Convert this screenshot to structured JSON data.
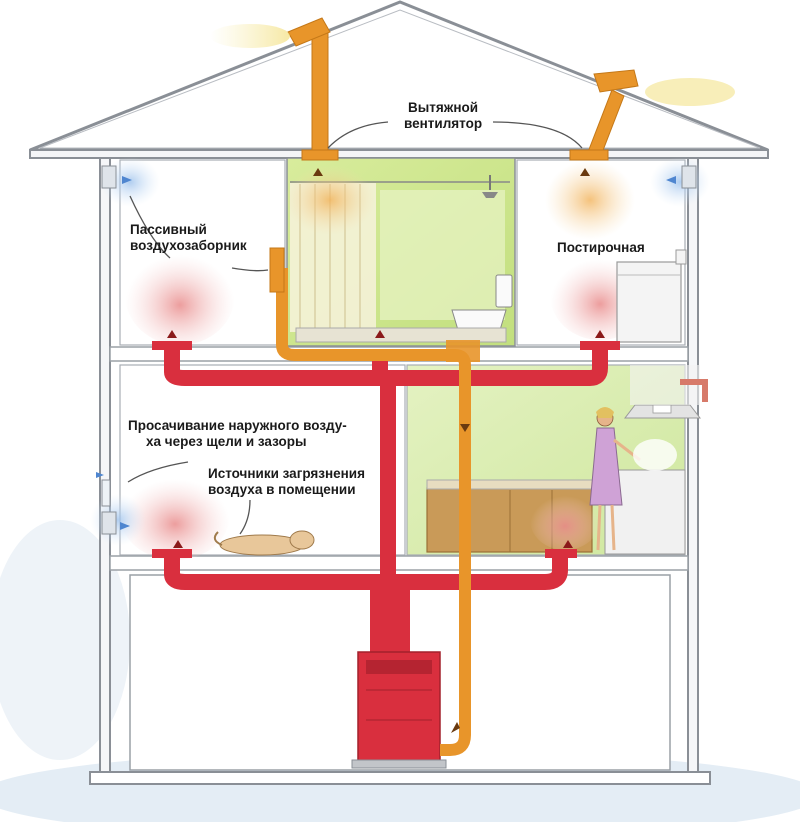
{
  "labels": {
    "exhaust_fan": {
      "line1": "Вытяжной",
      "line2": "вентилятор"
    },
    "passive_intake": {
      "line1": "Пассивный",
      "line2": "воздухозаборник"
    },
    "laundry": {
      "line1": "Постирочная"
    },
    "infiltration": {
      "line1": "Просачивание наружного возду-",
      "line2": "ха через щели и зазоры"
    },
    "pollution_sources": {
      "line1": "Источники загрязнения",
      "line2": "воздуха в помещении"
    }
  },
  "colors": {
    "supply_duct": "#d92f3e",
    "exhaust_duct": "#e8952a",
    "house_outline": "#8a8f96",
    "interior_wall": "#ffffff",
    "sky_tint": "#e6eef6",
    "room_glow": "#f0b7b7",
    "outside_air": "#5b8fd6"
  },
  "icons": [
    "exhaust-fan-icon",
    "air-vent-icon",
    "furnace-icon",
    "toilet-icon",
    "shower-icon",
    "dog-icon",
    "woman-cooking-icon",
    "range-hood-icon",
    "washing-machine-icon"
  ]
}
